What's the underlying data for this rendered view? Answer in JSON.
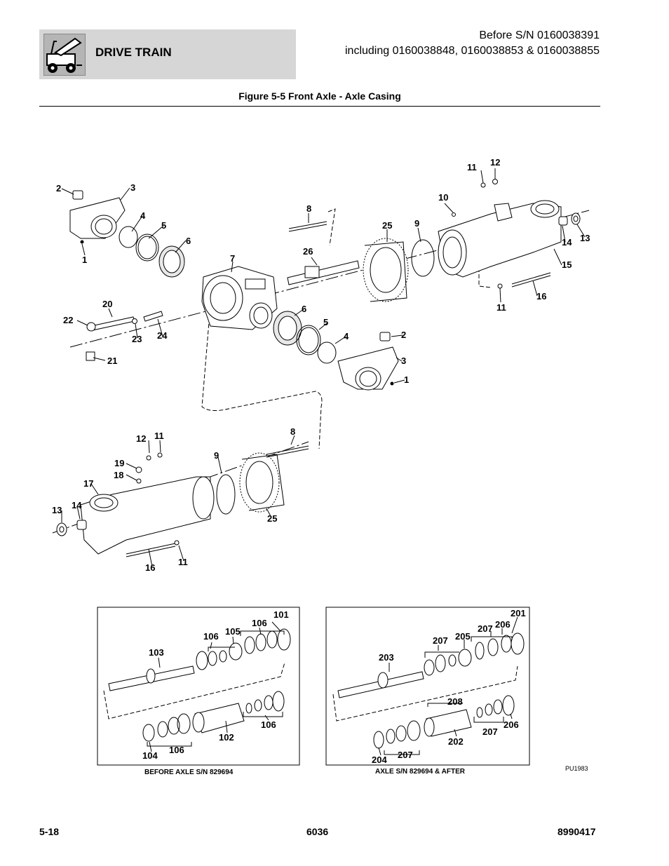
{
  "header": {
    "section": "DRIVE TRAIN",
    "icon": "machine-boom-icon",
    "serial_line_1": "Before S/N 0160038391",
    "serial_line_2": "including 0160038848, 0160038853 & 0160038855"
  },
  "figure": {
    "title": "Figure 5-5 Front Axle - Axle Casing",
    "main_callouts": [
      {
        "id": "c2a",
        "text": "2"
      },
      {
        "id": "c3a",
        "text": "3"
      },
      {
        "id": "c4a",
        "text": "4"
      },
      {
        "id": "c5a",
        "text": "5"
      },
      {
        "id": "c6a",
        "text": "6"
      },
      {
        "id": "c1a",
        "text": "1"
      },
      {
        "id": "c8a",
        "text": "8"
      },
      {
        "id": "c25a",
        "text": "25"
      },
      {
        "id": "c9a",
        "text": "9"
      },
      {
        "id": "c10",
        "text": "10"
      },
      {
        "id": "c11a",
        "text": "11"
      },
      {
        "id": "c12a",
        "text": "12"
      },
      {
        "id": "c13a",
        "text": "13"
      },
      {
        "id": "c14a",
        "text": "14"
      },
      {
        "id": "c15",
        "text": "15"
      },
      {
        "id": "c16a",
        "text": "16"
      },
      {
        "id": "c11b",
        "text": "11"
      },
      {
        "id": "c7",
        "text": "7"
      },
      {
        "id": "c26",
        "text": "26"
      },
      {
        "id": "c20",
        "text": "20"
      },
      {
        "id": "c22",
        "text": "22"
      },
      {
        "id": "c23",
        "text": "23"
      },
      {
        "id": "c24",
        "text": "24"
      },
      {
        "id": "c21",
        "text": "21"
      },
      {
        "id": "c6b",
        "text": "6"
      },
      {
        "id": "c5b",
        "text": "5"
      },
      {
        "id": "c4b",
        "text": "4"
      },
      {
        "id": "c2b",
        "text": "2"
      },
      {
        "id": "c3b",
        "text": "3"
      },
      {
        "id": "c1b",
        "text": "1"
      },
      {
        "id": "c12b",
        "text": "12"
      },
      {
        "id": "c11c",
        "text": "11"
      },
      {
        "id": "c8b",
        "text": "8"
      },
      {
        "id": "c19",
        "text": "19"
      },
      {
        "id": "c18",
        "text": "18"
      },
      {
        "id": "c9b",
        "text": "9"
      },
      {
        "id": "c17",
        "text": "17"
      },
      {
        "id": "c14b",
        "text": "14"
      },
      {
        "id": "c13b",
        "text": "13"
      },
      {
        "id": "c25b",
        "text": "25"
      },
      {
        "id": "c16b",
        "text": "16"
      },
      {
        "id": "c11d",
        "text": "11"
      }
    ],
    "inset_left_callouts": [
      {
        "id": "l101",
        "text": "101"
      },
      {
        "id": "l106a",
        "text": "106"
      },
      {
        "id": "l105",
        "text": "105"
      },
      {
        "id": "l106b",
        "text": "106"
      },
      {
        "id": "l103",
        "text": "103"
      },
      {
        "id": "l106c",
        "text": "106"
      },
      {
        "id": "l102",
        "text": "102"
      },
      {
        "id": "l104",
        "text": "104"
      },
      {
        "id": "l106d",
        "text": "106"
      }
    ],
    "inset_right_callouts": [
      {
        "id": "r201",
        "text": "201"
      },
      {
        "id": "r207a",
        "text": "207"
      },
      {
        "id": "r206a",
        "text": "206"
      },
      {
        "id": "r207b",
        "text": "207"
      },
      {
        "id": "r205",
        "text": "205"
      },
      {
        "id": "r203",
        "text": "203"
      },
      {
        "id": "r208",
        "text": "208"
      },
      {
        "id": "r206b",
        "text": "206"
      },
      {
        "id": "r207c",
        "text": "207"
      },
      {
        "id": "r202",
        "text": "202"
      },
      {
        "id": "r204",
        "text": "204"
      },
      {
        "id": "r207d",
        "text": "207"
      }
    ],
    "inset_left_caption": "BEFORE AXLE S/N 829694",
    "inset_right_caption": "AXLE S/N 829694 & AFTER",
    "drawing_code": "PU1983"
  },
  "footer": {
    "page_number": "5-18",
    "model": "6036",
    "manual_number": "8990417"
  }
}
